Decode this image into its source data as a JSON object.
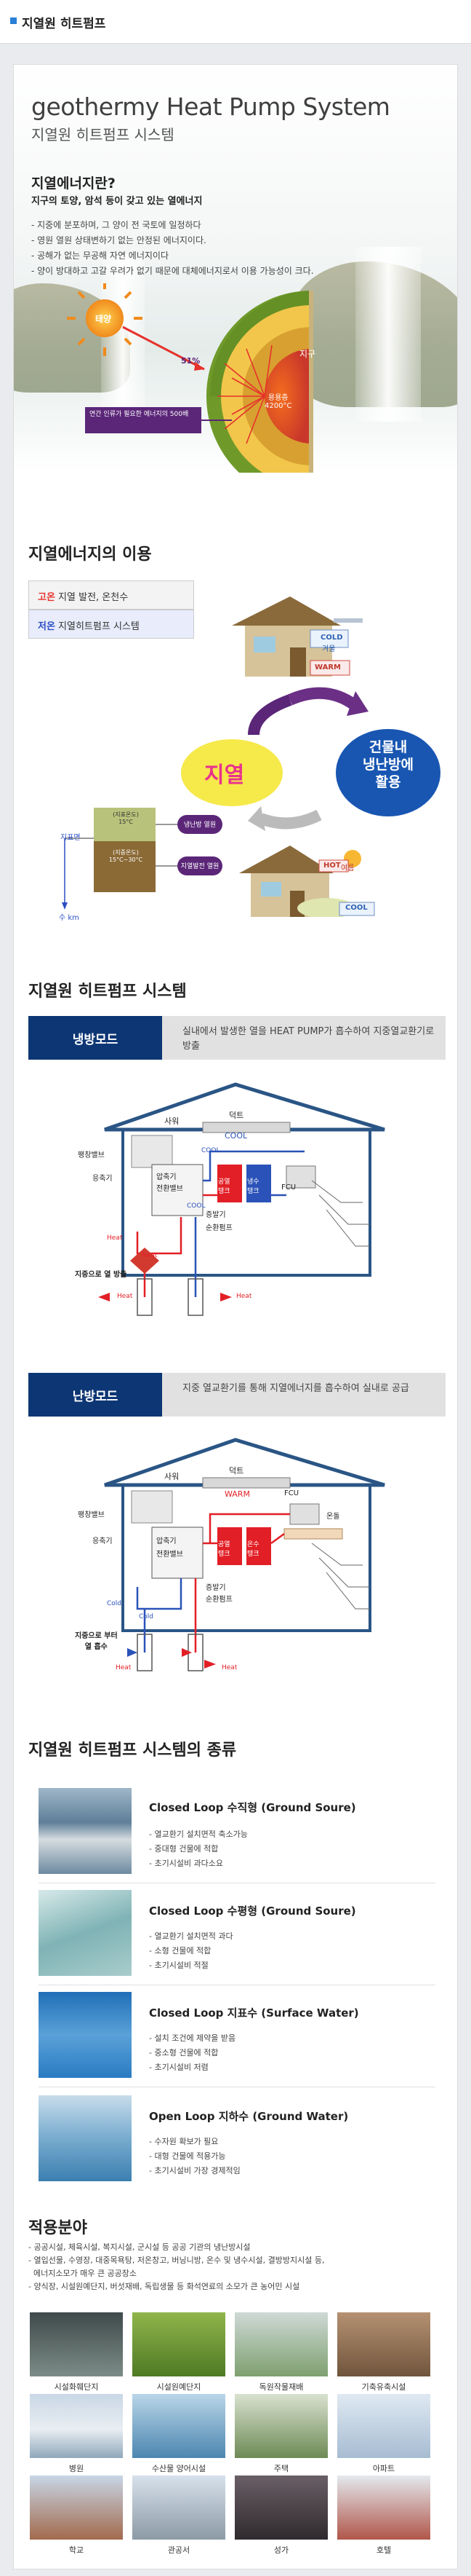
{
  "header": {
    "title": "지열원 히트펌프"
  },
  "hero": {
    "title": "geothermy Heat Pump System",
    "subtitle": "지열원 히트펌프 시스템",
    "q_title": "지열에너지란?",
    "q_sub": "지구의 토양, 암석 등이 갖고 있는 열에너지",
    "bullets": [
      "- 지중에 분포하며, 그 양이 전 국토에 일정하다",
      "- 영원 열원 상태변하기 없는 안정된 에너지이다.",
      "- 공해가 없는 무공해 자연 에너지이다",
      "- 양이 방대하고 고갈 우려가 없기 때문에 대체에너지로서 이용 가능성이 크다."
    ],
    "sun_label": "태양",
    "percent": "51%",
    "earth_label": "지구",
    "core_label": "용용층\n4200°C",
    "box_label": "연간 인류가 필요한 에너지의 500배"
  },
  "use": {
    "title": "지열에너지의 이용",
    "rows": [
      {
        "strong": "고온",
        "text": " 지열 발전, 온천수"
      },
      {
        "strong": "저온",
        "text": " 지열히트펌프 시스템"
      }
    ],
    "cold_label": "COLD",
    "cold_season": "겨울",
    "warm_label": "WARM",
    "hot_label": "HOT",
    "hot_season": "여름",
    "cool_label": "COOL",
    "geo_word": "지열",
    "use_word": "건물내\n냉난방에\n활용",
    "surface_label": "지표면",
    "depth_label": "수 km",
    "layer_top": "(지표온도)\n15°C",
    "layer_bottom": "(지중온도)\n15°C~30°C",
    "pill_top": "냉난방 열원",
    "pill_bottom": "지열발전 열원"
  },
  "system": {
    "title": "지열원 히트펌프 시스템",
    "modes": [
      {
        "label": "냉방모드",
        "desc": "실내에서 발생한 열을 HEAT PUMP가 흡수하여 지중열교환기로 방출"
      },
      {
        "label": "난방모드",
        "desc": "지중 열교환기를 통해 지열에너지를 흡수하여 실내로 공급"
      }
    ],
    "cool_labels": {
      "room": "사워",
      "duct": "덕트",
      "cool": "COOL",
      "expand": "팽창밸브",
      "condenser": "응축기",
      "compressor": "압축기",
      "switch": "전환밸브",
      "tank_l": "공열\n탱크",
      "tank_r": "냉수\n탱크",
      "evap": "증발기",
      "pump": "순환펌프",
      "fcu": "FCU",
      "cool2": "COOL",
      "cool3": "COOL",
      "ground": "지중으로 열 방출",
      "heat1": "Heat",
      "heat2": "Heat",
      "heat3": "Heat",
      "heat4": "Heat"
    },
    "heat_labels": {
      "room": "사워",
      "duct": "덕트",
      "warm": "WARM",
      "fcu": "FCU",
      "floor": "온돌",
      "expand": "팽창밸브",
      "condenser": "응축기",
      "compressor": "압축기",
      "switch": "전환밸브",
      "tank_l": "공열\n탱크",
      "tank_r": "온수\n탱크",
      "evap": "증발기",
      "pump": "순환펌프",
      "cold1": "Cold",
      "cold2": "Cold",
      "ground": "지중으로 부터\n열 흡수",
      "heat1": "Heat",
      "heat2": "Heat"
    }
  },
  "types": {
    "title": "지열원 히트펌프 시스템의 종류",
    "items": [
      {
        "title": "Closed Loop 수직형 (Ground Soure)",
        "bullets": [
          "- 열교환기 설치면적 축소가능",
          "- 중대형 건물에 적합",
          "- 초기시설비 과다소요"
        ]
      },
      {
        "title": "Closed Loop 수평형 (Ground Soure)",
        "bullets": [
          "- 열교환기 설치면적 과다",
          "- 소형 건물에 적합",
          "- 초기시설비 적절"
        ]
      },
      {
        "title": "Closed Loop 지표수 (Surface Water)",
        "bullets": [
          "- 설치 조건에 제약을 받음",
          "- 중소형 건물에 적합",
          "- 초기시설비 저렴"
        ]
      },
      {
        "title": "Open Loop 지하수 (Ground Water)",
        "bullets": [
          "- 수자원 확보가 필요",
          "- 대형 건물에 적용가능",
          "- 초기시설비 가장 경제적임"
        ]
      }
    ]
  },
  "apply": {
    "title": "적용분야",
    "lines": [
      "- 공공시설, 체육시설, 복지시설, 군시설 등 공공 기관의 냉난방시설",
      "- 열입선물, 수영장, 대중목욕탕, 저온창고, 버닝니방, 온수 및 냉수시설, 결방방지시설 등,",
      "  에너지소모가 매우 큰 공공장소",
      "- 양식장, 시설원예단지, 버섯재배, 독립생물 등 화석연료의 소모가 큰 농어민 시설"
    ],
    "photos": [
      "시설화훼단지",
      "시설원예단지",
      "독원작물재배",
      "기축유축시설",
      "병원",
      "수산물 양어시설",
      "주택",
      "아파트",
      "학교",
      "관공서",
      "성가",
      "호텔"
    ]
  },
  "colors": {
    "navy": "#0d3674",
    "red": "#e6322c",
    "sun": "#f08a1c",
    "earth": "#6f9a2a",
    "pink": "#e8338e",
    "purple": "#5b2678"
  }
}
